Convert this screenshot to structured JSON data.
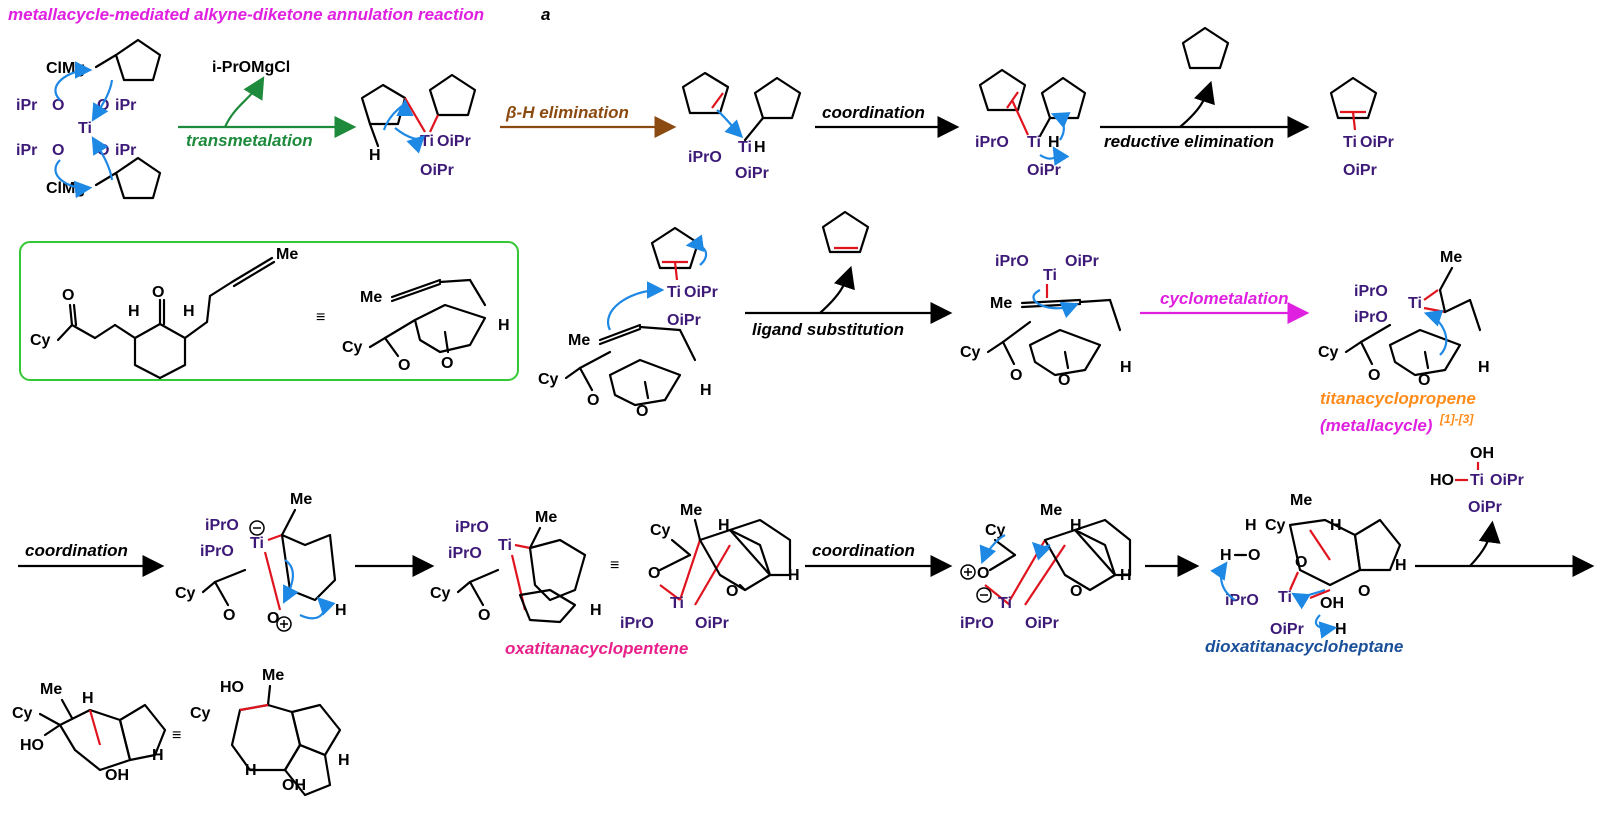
{
  "header": {
    "title": "metallacycle-mediated alkyne-diketone annulation reaction",
    "title_mark": "a"
  },
  "steps": {
    "transmetalation": "transmetalation",
    "beta_h": "β-H elimination",
    "coordination_1": "coordination",
    "reductive_elimination": "reductive elimination",
    "ligand_substitution": "ligand substitution",
    "cyclometalation": "cyclometalation",
    "coordination_2": "coordination",
    "coordination_3": "coordination"
  },
  "byproducts": {
    "alkoxide_salt": "i-PrOMgCl"
  },
  "labels": {
    "titanacyclopropene": "titanacyclopropene",
    "metallacycle": "(metallacycle)",
    "metallacycle_ref": "[1]-[3]",
    "oxatitanacyclopentene": "oxatitanacyclopentene",
    "dioxatitanacycloheptane": "dioxatitanacycloheptane"
  },
  "atoms": {
    "ti": "Ti",
    "clmg": "ClMg",
    "cy": "Cy",
    "me": "Me",
    "o": "O",
    "h": "H",
    "ho": "HO",
    "oh": "OH",
    "ipro": "iPrO",
    "oipr": "OiPr",
    "ipr": "iPr",
    "equiv": "≡"
  },
  "colors": {
    "title": "#e020e0",
    "transmetalation": "#1e8a3c",
    "beta_h": "#8b4a10",
    "cyclometalation": "#e020e0",
    "titanacyclopropene": "#ff8c1a",
    "oxatitanacyclopentene": "#e8208a",
    "dioxatitanacycloheptane": "#1a4f9a",
    "arrow_push": "#1e88e5",
    "new_bond": "#e0141e",
    "ligand": "#3d1a78",
    "box": "#34c934"
  }
}
